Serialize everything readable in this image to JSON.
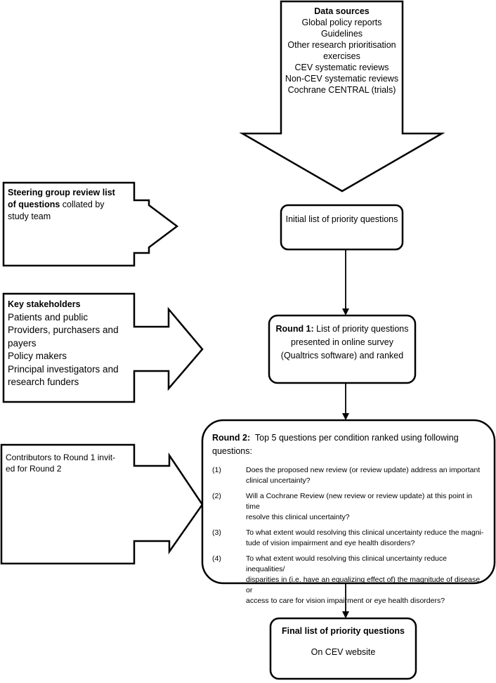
{
  "data_sources": {
    "title": "Data sources",
    "items": [
      "Global policy reports",
      "Guidelines",
      "Other research prioritisation",
      "exercises",
      "CEV systematic reviews",
      "Non-CEV systematic reviews",
      "Cochrane CENTRAL (trials)"
    ]
  },
  "steering": {
    "bold_line1": "Steering group review list",
    "bold_line2": "of questions",
    "rest_line2": " collated by",
    "line3": "study team"
  },
  "initial_list": {
    "label": "Initial list of priority questions"
  },
  "stakeholders": {
    "title": "Key stakeholders",
    "items": [
      "Patients and public",
      "Providers, purchasers and",
      "payers",
      "Policy makers",
      "Principal investigators and",
      "research funders"
    ]
  },
  "round1": {
    "bold": "Round 1:",
    "line1_rest": " List of priority questions",
    "line2": "presented in online survey",
    "line3": "(Qualtrics software) and ranked"
  },
  "contributors": {
    "line1": "Contributors to Round 1 invit-",
    "line2": "ed for Round 2"
  },
  "round2": {
    "bold": "Round 2:",
    "heading_rest": "  Top 5 questions per condition ranked using following",
    "heading_line2": "questions:",
    "questions": [
      {
        "num": "(1)",
        "l1": "Does the proposed new review (or review update) address an important",
        "l2": "clinical uncertainty?"
      },
      {
        "num": "(2)",
        "l1": "Will a Cochrane Review (new review or review update) at this point in time",
        "l2": "resolve this clinical uncertainty?"
      },
      {
        "num": "(3)",
        "l1": "To what extent would resolving this clinical uncertainty reduce the magni-",
        "l2": "tude of vision impairment and eye health disorders?"
      },
      {
        "num": "(4)",
        "l1": "To what extent would resolving this clinical uncertainty reduce inequalities/",
        "l2": "disparities in (i.e. have an equalizing effect of) the magnitude of disease or",
        "l3": "access to care for vision impairment or eye health disorders?"
      }
    ]
  },
  "final": {
    "title": "Final list of priority questions",
    "subtitle": "On CEV website"
  }
}
